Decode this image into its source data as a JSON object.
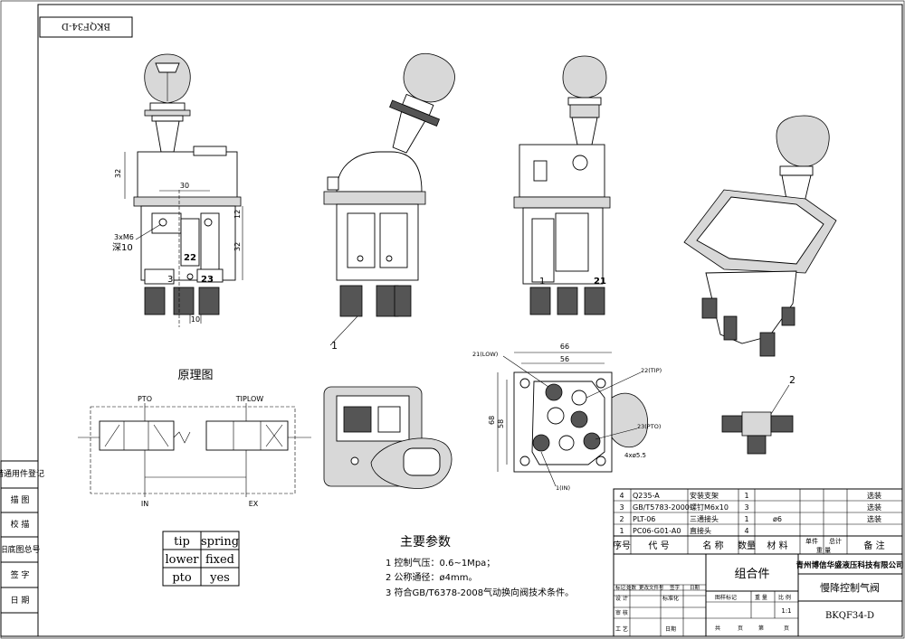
{
  "drawing": {
    "code_box": "BKQF34-D",
    "left_strip": [
      "借通用件登记",
      "描 图",
      "校 描",
      "旧底图总号",
      "签 字",
      "日 期"
    ],
    "labels": {
      "dim_32_left": "32",
      "dim_30": "30",
      "dim_12": "12",
      "dim_32_right": "32",
      "dim_10": "10",
      "thread": "3xM6",
      "depth": "深10",
      "port_22": "22",
      "port_3": "3",
      "port_23": "23",
      "port_1": "1",
      "port_21": "21",
      "callout_1": "1",
      "callout_2": "2",
      "dim_66": "66",
      "dim_56": "56",
      "dim_68": "68",
      "dim_58": "58",
      "p21": "21(LOW)",
      "p22": "22(TIP)",
      "p23": "23(PTO)",
      "p1": "1(IN)",
      "holes": "4xø5.5"
    },
    "schematic": {
      "title": "原理图",
      "pto": "PTO",
      "tiplow": "TIPLOW",
      "in": "IN",
      "ex": "EX"
    },
    "state_table": [
      [
        "tip",
        "spring"
      ],
      [
        "lower",
        "fixed"
      ],
      [
        "pto",
        "yes"
      ]
    ],
    "params": {
      "title": "主要参数",
      "items": [
        "1 控制气压：0.6~1Mpa；",
        "2 公称通径：ø4mm。",
        "3 符合GB/T6378-2008气动换向阀技术条件。"
      ]
    },
    "bom": [
      {
        "no": "4",
        "code": "Q235-A",
        "name": "安装支架",
        "qty": "1",
        "mat": "",
        "note": "选装"
      },
      {
        "no": "3",
        "code": "GB/T5783-2000",
        "name": "螺钉M6x10",
        "qty": "3",
        "mat": "",
        "note": "选装"
      },
      {
        "no": "2",
        "code": "PLT-06",
        "name": "三通接头",
        "qty": "1",
        "mat": "ø6",
        "note": "选装"
      },
      {
        "no": "1",
        "code": "PC06-G01-A0",
        "name": "直接头",
        "qty": "4",
        "mat": "",
        "note": ""
      }
    ],
    "bom_header": {
      "no": "序号",
      "code": "代 号",
      "name": "名 称",
      "qty": "数量",
      "mat": "材 料",
      "single": "单件",
      "total": "总计",
      "weight": "重 量",
      "note": "备 注"
    },
    "title_block": {
      "assembly": "组合件",
      "company": "青州博信华盛液压科技有限公司",
      "product": "慢降控制气阀",
      "code": "BKQF34-D",
      "scale": "1:1",
      "r1": [
        "标记",
        "处数",
        "更改文件号",
        "签字",
        "日期"
      ],
      "r2": [
        "设 计",
        "标准化"
      ],
      "r3": [
        "审 核"
      ],
      "r4": [
        "工 艺",
        "日期"
      ],
      "stage": "图样标记",
      "weight": "重 量",
      "ratio": "比 例",
      "sheets": "共",
      "sheet_unit": "页",
      "sheet_no": "第",
      "sheet_no_unit": "页"
    }
  }
}
